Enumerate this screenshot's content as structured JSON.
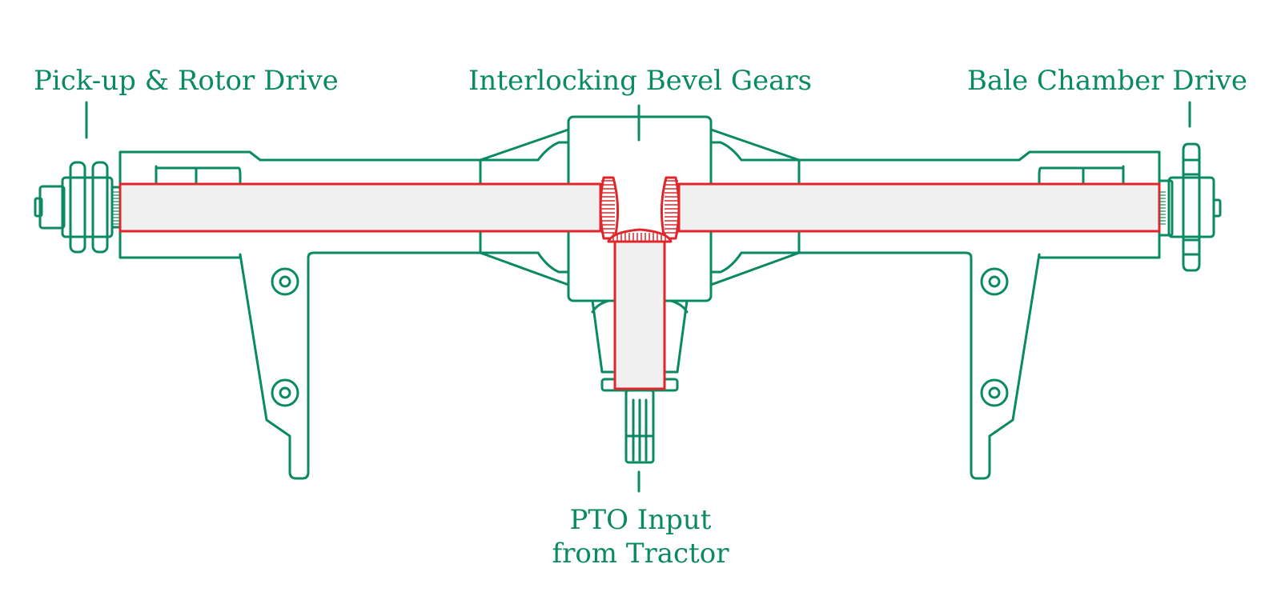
{
  "labels": {
    "pickup_rotor_drive": "Pick-up & Rotor Drive",
    "interlocking_bevel_gears": "Interlocking Bevel Gears",
    "bale_chamber_drive": "Bale Chamber Drive",
    "pto_input_line1": "PTO Input",
    "pto_input_line2": "from Tractor"
  },
  "colors": {
    "outline": "#0a8a62",
    "highlight": "#e0262b",
    "shaft_fill": "#f0f0f0",
    "background": "#ffffff"
  }
}
